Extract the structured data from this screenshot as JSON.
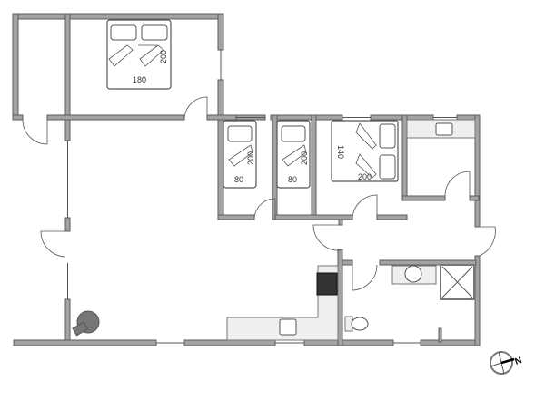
{
  "bed_labels": {
    "master_width": "180",
    "master_length": "200",
    "single1_width": "80",
    "single1_length": "200",
    "single2_width": "80",
    "single2_length": "200",
    "bunk_width": "140",
    "bunk_length": "200"
  },
  "compass": {
    "north_label": "N"
  },
  "colors": {
    "wall": "#a3a3a3",
    "wall_outline": "#5e5e5e",
    "stove": "#333333"
  }
}
